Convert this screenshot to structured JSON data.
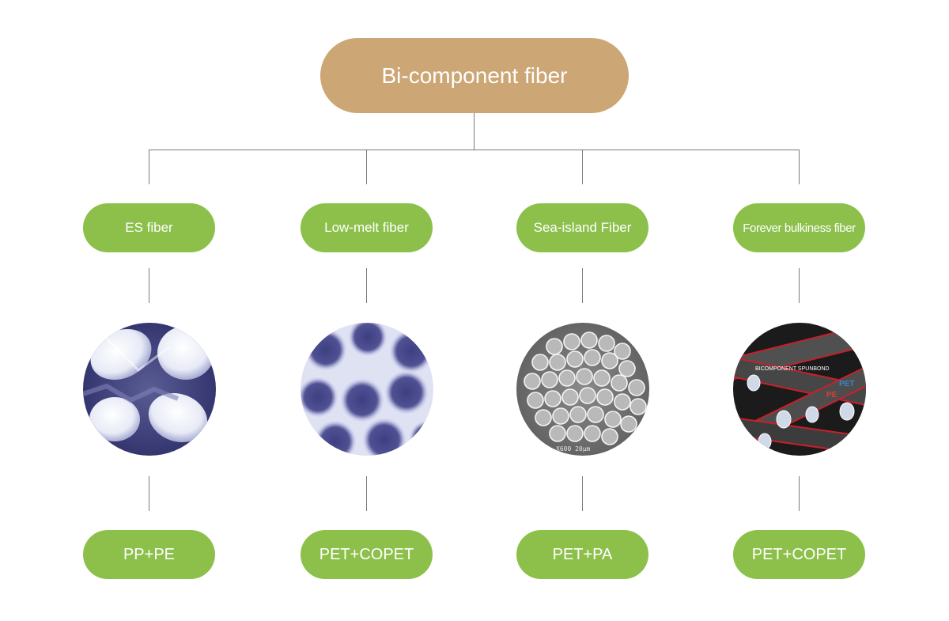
{
  "root": {
    "label": "Bi-component fiber"
  },
  "colors": {
    "root_fill": "#cca674",
    "node_fill": "#8cc04b",
    "connector": "#7a7a7a"
  },
  "columns": [
    {
      "category": "ES fiber",
      "material": "PP+PE",
      "image": "cross-section of round fibers, blue tint"
    },
    {
      "category": "Low-melt fiber",
      "material": "PET+COPET",
      "image": "cross-section of round fibers, blue tint"
    },
    {
      "category": "Sea-island Fiber",
      "material": "PET+PA",
      "image": "SEM image of sea-island fiber bundle",
      "micrograph_label": "X600  20µm"
    },
    {
      "category": "Forever bulkiness fiber",
      "material": "PET+COPET",
      "image": "bicomponent spunbond fibers",
      "photo_labels": {
        "caption": "BICOMPONENT SPUNBOND",
        "pet": "PET",
        "pe": "PE"
      }
    }
  ]
}
